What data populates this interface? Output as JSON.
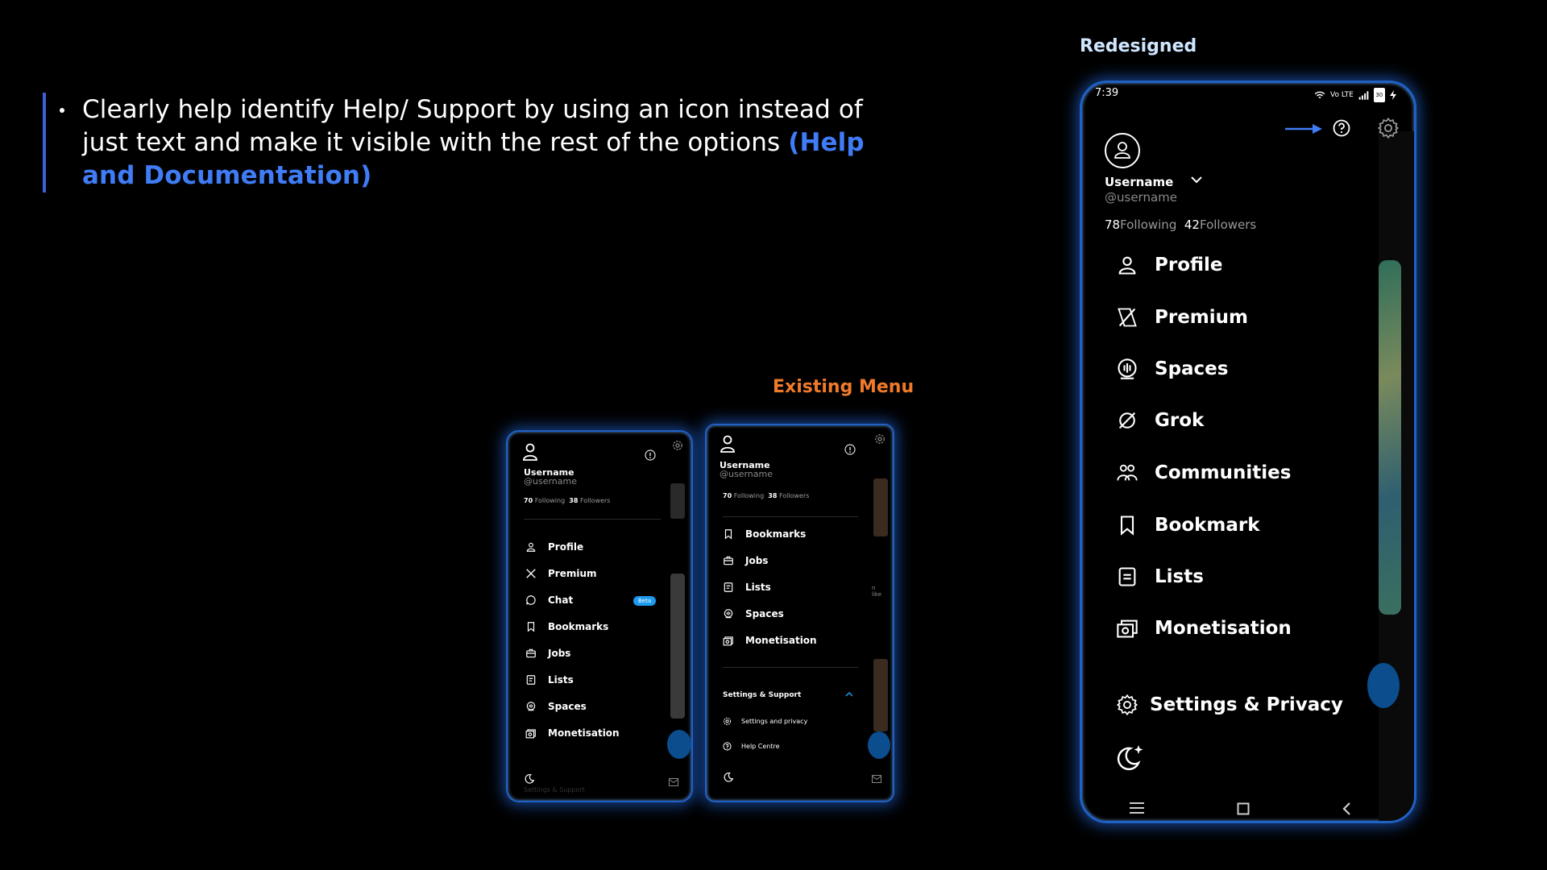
{
  "bullet": {
    "text": "Clearly help identify Help/ Support by using an icon instead of just text and make it visible with the rest of the options ",
    "highlight": "(Help and Documentation)"
  },
  "labels": {
    "existing": "Existing Menu",
    "redesigned": "Redesigned"
  },
  "colors": {
    "accent_blue": "#3f7cf6",
    "accent_orange": "#f07a2a",
    "glow": "#1f61c4"
  },
  "phone1": {
    "username": "Username",
    "handle": "@username",
    "following_count": "70",
    "following_label": "Following",
    "followers_count": "38",
    "followers_label": "Followers",
    "items": [
      {
        "label": "Profile",
        "icon": "person-icon"
      },
      {
        "label": "Premium",
        "icon": "x-logo-icon"
      },
      {
        "label": "Chat",
        "icon": "chat-bubble-icon"
      },
      {
        "label": "Bookmarks",
        "icon": "bookmark-icon"
      },
      {
        "label": "Jobs",
        "icon": "briefcase-icon"
      },
      {
        "label": "Lists",
        "icon": "list-icon"
      },
      {
        "label": "Spaces",
        "icon": "microphone-icon"
      },
      {
        "label": "Monetisation",
        "icon": "money-icon"
      }
    ],
    "chat_badge": "Beta",
    "footer_faded": "Settings & Support"
  },
  "phone2": {
    "username": "Username",
    "handle": "@username",
    "following_count": "70",
    "following_label": "Following",
    "followers_count": "38",
    "followers_label": "Followers",
    "items": [
      {
        "label": "Bookmarks",
        "icon": "bookmark-icon"
      },
      {
        "label": "Jobs",
        "icon": "briefcase-icon"
      },
      {
        "label": "Lists",
        "icon": "list-icon"
      },
      {
        "label": "Spaces",
        "icon": "microphone-icon"
      },
      {
        "label": "Monetisation",
        "icon": "money-icon"
      }
    ],
    "section_title": "Settings & Support",
    "sub_items": [
      {
        "label": "Settings and privacy",
        "icon": "gear-icon"
      },
      {
        "label": "Help Centre",
        "icon": "help-circle-icon"
      }
    ],
    "peek_text_1": "n",
    "peek_text_2": "like"
  },
  "phone3": {
    "time": "7:39",
    "network": "Vo LTE",
    "battery": "30",
    "username": "Username",
    "handle": "@username",
    "following_count": "78",
    "following_label": "Following",
    "followers_count": "42",
    "followers_label": "Followers",
    "items": [
      {
        "label": "Profile",
        "icon": "person-icon"
      },
      {
        "label": "Premium",
        "icon": "x-logo-icon"
      },
      {
        "label": "Spaces",
        "icon": "microphone-icon"
      },
      {
        "label": "Grok",
        "icon": "grok-icon"
      },
      {
        "label": "Communities",
        "icon": "communities-icon"
      },
      {
        "label": "Bookmark",
        "icon": "bookmark-icon"
      },
      {
        "label": "Lists",
        "icon": "list-icon"
      },
      {
        "label": "Monetisation",
        "icon": "money-icon"
      }
    ],
    "settings_label": "Settings & Privacy"
  }
}
